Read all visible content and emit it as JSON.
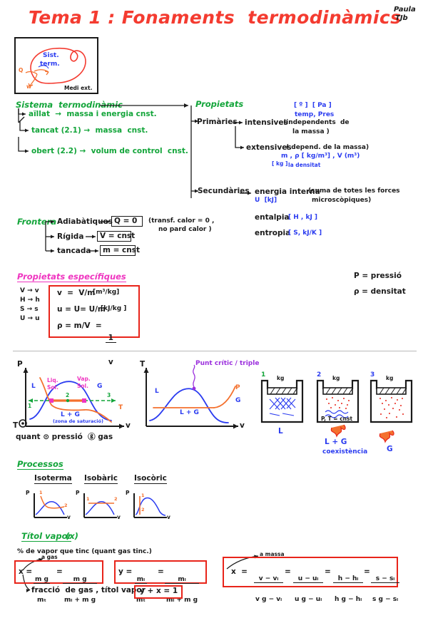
{
  "page": {
    "title": "Tema 1 : Fonaments  termodinàmics",
    "signature_line1": "Paula",
    "signature_line2": "TJb"
  },
  "system_box": {
    "label_system_1": "Sist.",
    "label_system_2": "term.",
    "label_q": "Q",
    "label_w": "w",
    "label_env": "Medi ext."
  },
  "sistema": {
    "heading": "Sistema  termodinàmic",
    "items": [
      "aïllat  →  massa i energia cnst.",
      "tancat (2.1) →  massa  cnst.",
      "obert (2.2) →  volum de control  cnst."
    ]
  },
  "propietats": {
    "heading": "Propietats",
    "primaries_label": "Primàries",
    "intensives_label": "intensives",
    "intensives_note_1": "(independents  de",
    "intensives_note_2": "la massa )",
    "intensives_units": "[ º ]  [ Pa ]",
    "intensives_units_sub": "temp, Pres",
    "extensives_label": "extensives",
    "extensives_note": "( depend. de la massa)",
    "extensives_units": "m , ρ [ kg/m³] , V (m³)",
    "extensives_units_sub": "[ kg ]",
    "extensives_units_sub2": "la densitat",
    "secondaries_label": "Secundàries",
    "internal_energy": "energia interna",
    "internal_energy_units": "U  [kJ]",
    "internal_energy_note_1": "(suma de totes les forces",
    "internal_energy_note_2": "microscòpiques)",
    "enthalpy_label": "entalpia",
    "enthalpy_units": "[ H , kJ ]",
    "entropy_label": "entropia",
    "entropy_units": "[ S, kJ/K ]"
  },
  "frontera": {
    "heading": "Frontera",
    "rows": [
      {
        "name": "Adiabàtiques",
        "formula": "Q = 0"
      },
      {
        "name": "Rígida",
        "formula": "V = cnst"
      },
      {
        "name": "tancada",
        "formula": "m = cnst"
      }
    ],
    "note_1": "(transf. calor = 0 ,",
    "note_2": "no pard calor )"
  },
  "especifiques": {
    "heading": "Propietats específiques",
    "mapping": [
      "V → v",
      "H → h",
      "S → s",
      "U → u"
    ],
    "f1_left": "v  =  V/m",
    "f1_units": "[m³/kg]",
    "f2_left": "u = U= U/m",
    "f2_units": "[kJ/kg ]",
    "f3_left": "ρ = m/V  =",
    "f3_num": "1",
    "f3_den": "v",
    "legend_p": "P = pressió",
    "legend_rho": "ρ = densitat"
  },
  "diagram_pv": {
    "y_axis": "P",
    "x_axis": "v",
    "origin_label": "T",
    "label_L": "L",
    "label_G": "G",
    "label_T": "T",
    "label_liq_sol_1": "Liq.",
    "label_liq_sol_2": "Sol.",
    "label_vap_sol_1": "Vap.",
    "label_vap_sol_2": "Sol.",
    "label_LG": "L + G",
    "label_LG_sub": "(zona de saturació)",
    "pt1": "1",
    "pt2": "2",
    "pt3": "3",
    "caption": "quant ⊙ pressió  ⓖ gas"
  },
  "diagram_tv": {
    "y_axis": "T",
    "x_axis": "v",
    "label_L": "L",
    "label_G": "G",
    "label_P": "P",
    "label_LG": "L + G",
    "crit_label": "Punt crític / triple"
  },
  "pistons": [
    {
      "index": "1",
      "mass": "kg",
      "state": "L",
      "note": "",
      "note2": ""
    },
    {
      "index": "2",
      "mass": "kg",
      "state": "L + G",
      "note": "P, T = cnst",
      "note2": "coexistència"
    },
    {
      "index": "3",
      "mass": "kg",
      "state": "G",
      "note": "",
      "note2": ""
    }
  ],
  "processos": {
    "heading": "Processos",
    "items": [
      {
        "name": "Isoterma",
        "y": "P",
        "x": "v",
        "p1": "1",
        "p2": "2"
      },
      {
        "name": "Isobàric",
        "y": "P",
        "x": "v",
        "p1": "1",
        "p2": "2"
      },
      {
        "name": "Isocòric",
        "y": "P",
        "x": "v",
        "p1": "1",
        "p2": "2"
      }
    ]
  },
  "titol_vapor": {
    "heading": "Títol vapor",
    "heading_var": "(x)",
    "desc": "% de vapor que tinc (quant gas tinc.)",
    "arrow_gas": "a gas",
    "arrow_mass": "a massa",
    "formula_x_lhs": "x =",
    "formula_x_n1": "m g",
    "formula_x_d1": "mₜ",
    "formula_x_eq": "=",
    "formula_x_n2": "m g",
    "formula_x_d2": "mₗ + m g",
    "note_x": "fracció  de gas , títol vapor",
    "formula_y_lhs": "y =",
    "formula_y_n1": "mₗ",
    "formula_y_d1": "mₜ",
    "formula_y_eq": "=",
    "formula_y_n2": "mₗ",
    "formula_y_d2": "mₗ + m g",
    "sum_formula": "y + x = 1"
  },
  "big_formula": {
    "lhs": "x  =",
    "terms": [
      {
        "n": "v − vₗ",
        "d": "v g − vₗ"
      },
      {
        "n": "u − uₗ",
        "d": "u g − uₗ"
      },
      {
        "n": "h − hₗ",
        "d": "h g − hₗ"
      },
      {
        "n": "s − sₗ",
        "d": "s g − sₗ"
      }
    ],
    "eq": "="
  },
  "colors": {
    "red": "#f43b30",
    "green": "#13a53a",
    "blue": "#2b3cf0",
    "orange": "#f4712e",
    "pink": "#ef35c0",
    "purple": "#9b2fdd",
    "black": "#1a1a1a"
  }
}
